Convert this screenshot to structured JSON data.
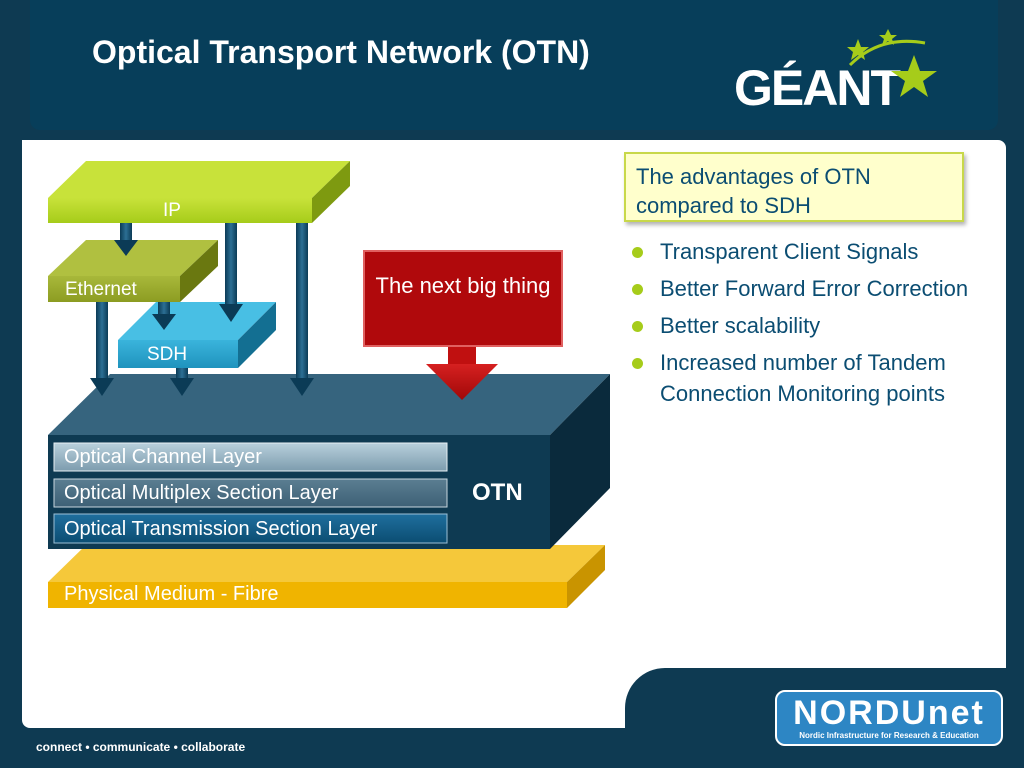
{
  "title": "Optical Transport Network (OTN)",
  "logo_geant": "GÉANT",
  "logo_nordunet": {
    "name": "NORDUnet",
    "subtitle": "Nordic Infrastructure for Research & Education"
  },
  "tagline": "connect • communicate • collaborate",
  "diagram": {
    "ip": "IP",
    "ethernet": "Ethernet",
    "sdh": "SDH",
    "next_big_thing": "The next big thing",
    "otn": "OTN",
    "otn_layers": [
      "Optical Channel Layer",
      "Optical Multiplex Section Layer",
      "Optical Transmission Section Layer"
    ],
    "physical": "Physical Medium - Fibre"
  },
  "advantages": {
    "heading": "The advantages of OTN compared to SDH",
    "items": [
      "Transparent Client Signals",
      "Better Forward Error Correction",
      "Better scalability",
      "Increased number of Tandem Connection Monitoring points"
    ]
  },
  "colors": {
    "navy": "#0e3a52",
    "lime": "#a6cc1a",
    "red": "#b0090c",
    "gold": "#f0b400",
    "teal": "#2a9cc4"
  }
}
